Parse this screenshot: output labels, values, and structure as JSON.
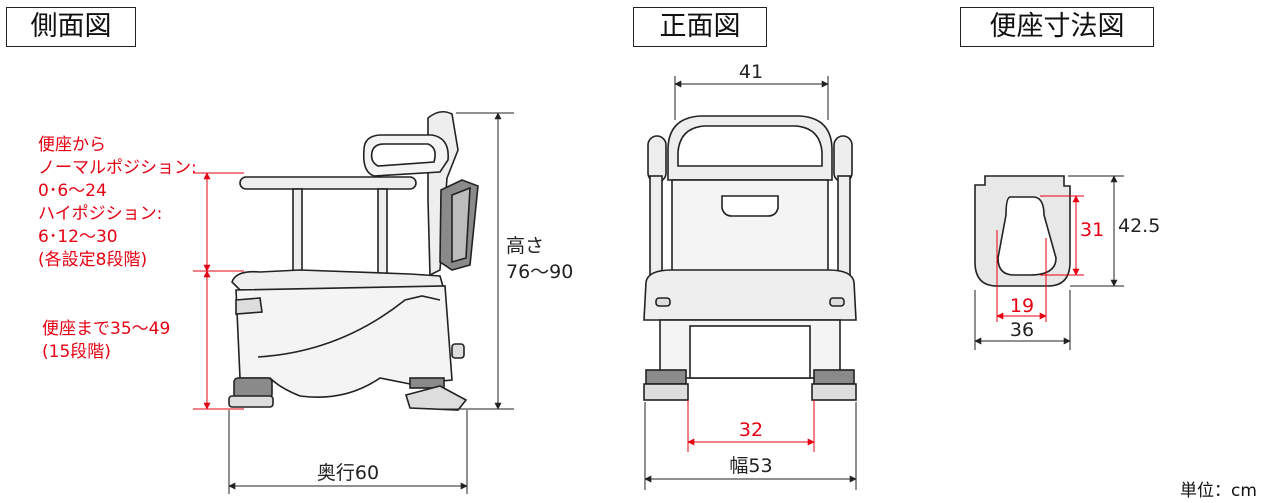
{
  "titles": {
    "side": "側面図",
    "front": "正面図",
    "seat": "便座寸法図"
  },
  "side": {
    "seat_height_note": [
      "便座から",
      "ノーマルポジション:",
      "0･6～24",
      "ハイポジション:",
      "6･12～30",
      "(各設定8段階)"
    ],
    "seat_to_floor_note": [
      "便座まで35～49",
      "(15段階)"
    ],
    "height_label": [
      "高さ",
      "76～90"
    ],
    "depth_label": "奥行60"
  },
  "front": {
    "top_width": "41",
    "leg_span": "32",
    "width_label": "幅53"
  },
  "seat": {
    "height": "42.5",
    "hole_height": "31",
    "hole_width": "19",
    "width": "36"
  },
  "unit": "単位：cm",
  "colors": {
    "line": "#222222",
    "accent": "#e60012",
    "fill_light": "#f2f2f2",
    "fill_dark": "#8a8a8a"
  }
}
